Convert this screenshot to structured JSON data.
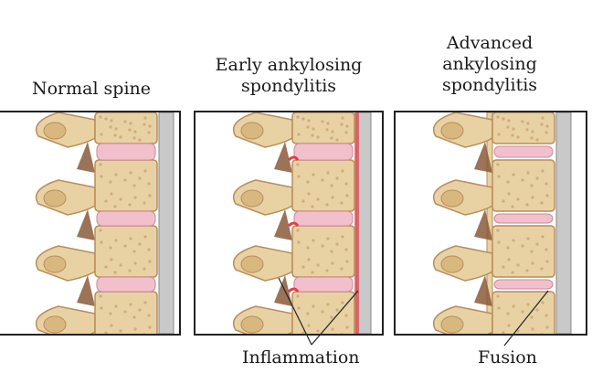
{
  "panels": [
    {
      "title": "Normal spine",
      "stage": "normal"
    },
    {
      "title": "Early ankylosing\nspondylitis",
      "stage": "early"
    },
    {
      "title": "Advanced\nankylosing\nspondylitis",
      "stage": "advanced"
    }
  ],
  "callouts": {
    "inflammation": "Inflammation",
    "fusion": "Fusion"
  },
  "colors": {
    "bone": "#e8d2a4",
    "bone_dark": "#b98c5a",
    "disc": "#f2c0cc",
    "cord": "#c9c9c9",
    "inflammation": "#e0404a"
  }
}
